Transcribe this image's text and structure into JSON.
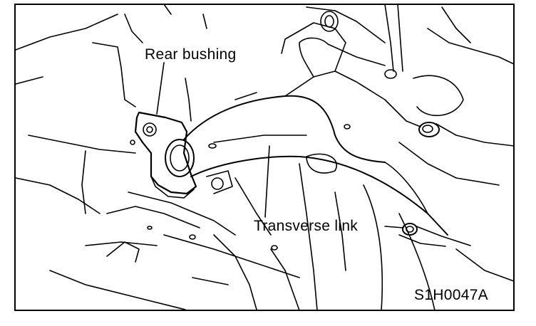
{
  "diagram": {
    "callouts": {
      "rear_bushing": "Rear bushing",
      "transverse_link": "Transverse link"
    },
    "figure_code": "S1H0047A"
  }
}
